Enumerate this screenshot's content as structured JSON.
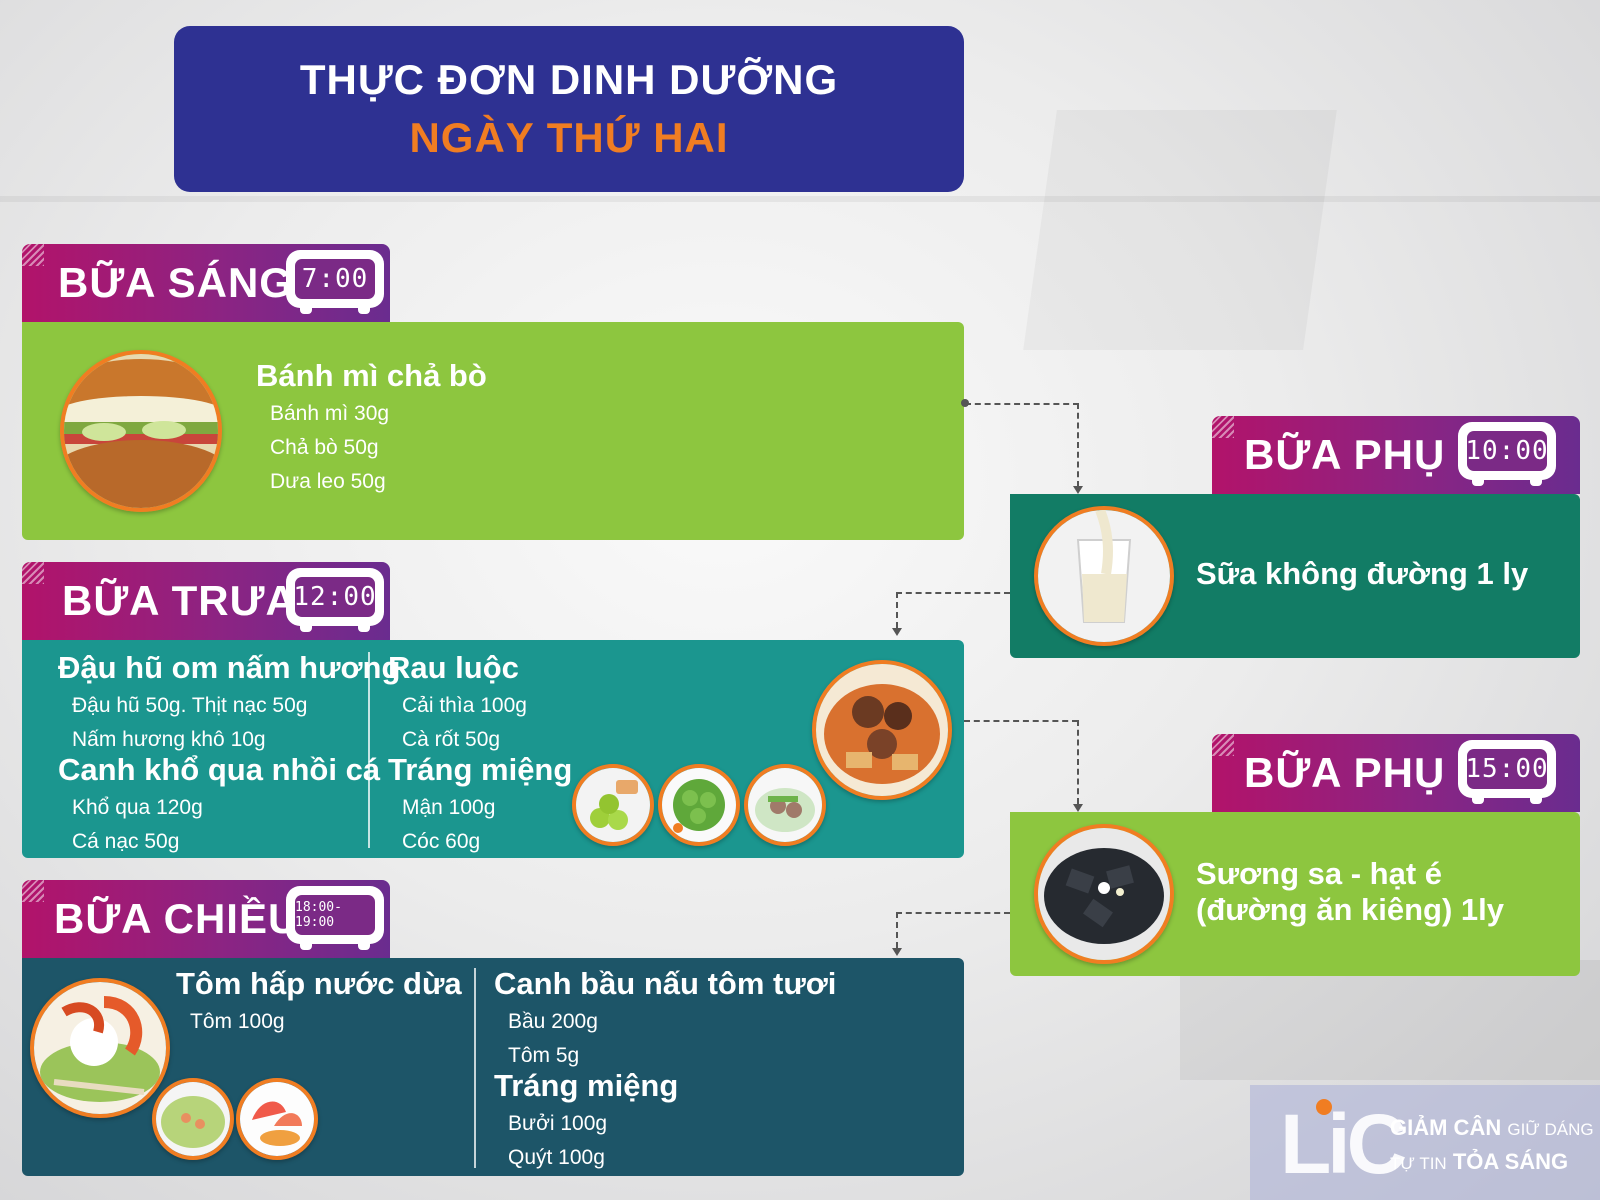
{
  "title": {
    "line1": "THỰC ĐƠN DINH DƯỠNG",
    "line2": "NGÀY THỨ HAI"
  },
  "colors": {
    "title_bg": "#2e3192",
    "title_accent": "#f07d22",
    "breakfast_panel": "#8dc63f",
    "lunch_panel": "#1b968f",
    "dinner_panel": "#1d5568",
    "snack1_panel": "#127c65",
    "snack2_panel": "#8dc63f",
    "tag_gradient_start": "#b2136a",
    "tag_gradient_end": "#6a2c8f",
    "photo_border": "#f07d22"
  },
  "breakfast": {
    "label": "BỮA SÁNG",
    "time": "7:00",
    "dish": "Bánh mì chả bò",
    "items": [
      "Bánh mì 30g",
      "Chả bò 50g",
      "Dưa leo 50g"
    ]
  },
  "snack1": {
    "label": "BỮA PHỤ 1",
    "time": "10:00",
    "dish": "Sữa không đường 1 ly"
  },
  "lunch": {
    "label": "BỮA TRƯA",
    "time": "12:00",
    "col1": [
      {
        "dish": "Đậu hũ om nấm hương",
        "items": [
          "Đậu hũ 50g. Thịt nạc 50g",
          "Nấm hương khô 10g"
        ]
      },
      {
        "dish": "Canh khổ qua nhồi cá",
        "items": [
          "Khổ qua 120g",
          "Cá nạc 50g"
        ]
      }
    ],
    "col2": [
      {
        "dish": "Rau luộc",
        "items": [
          "Cải thìa 100g",
          "Cà rốt 50g"
        ]
      },
      {
        "dish": "Tráng miệng",
        "items": [
          "Mận 100g",
          "Cóc 60g"
        ]
      }
    ]
  },
  "snack2": {
    "label": "BỮA PHỤ 2",
    "time": "15:00",
    "dish_line1": "Sương sa - hạt é",
    "dish_line2": "(đường ăn kiêng) 1ly"
  },
  "dinner": {
    "label": "BỮA CHIỀU",
    "time": "18:00-19:00",
    "col1": [
      {
        "dish": "Tôm hấp nước dừa",
        "items": [
          "Tôm 100g"
        ]
      }
    ],
    "col2": [
      {
        "dish": "Canh bầu nấu tôm tươi",
        "items": [
          "Bầu 200g",
          "Tôm 5g"
        ]
      },
      {
        "dish": "Tráng miệng",
        "items": [
          "Bưởi 100g",
          "Quýt 100g"
        ]
      }
    ]
  },
  "logo": {
    "mark": "LiC",
    "slogan_1a": "GIẢM CÂN",
    "slogan_1b": "GIỮ DÁNG",
    "slogan_2a": "TỰ TIN",
    "slogan_2b": "TỎA SÁNG"
  },
  "photo_icons": {
    "breakfast": "banh-mi-photo-icon",
    "snack1": "milk-glass-photo-icon",
    "lunch_main": "tofu-mushroom-photo-icon",
    "lunch_sides": [
      "plum-photo-icon",
      "bitter-melon-photo-icon",
      "soup-photo-icon"
    ],
    "snack2": "grass-jelly-photo-icon",
    "dinner_main": "steamed-shrimp-photo-icon",
    "dinner_sides": [
      "gourd-soup-photo-icon",
      "pomelo-photo-icon"
    ]
  }
}
